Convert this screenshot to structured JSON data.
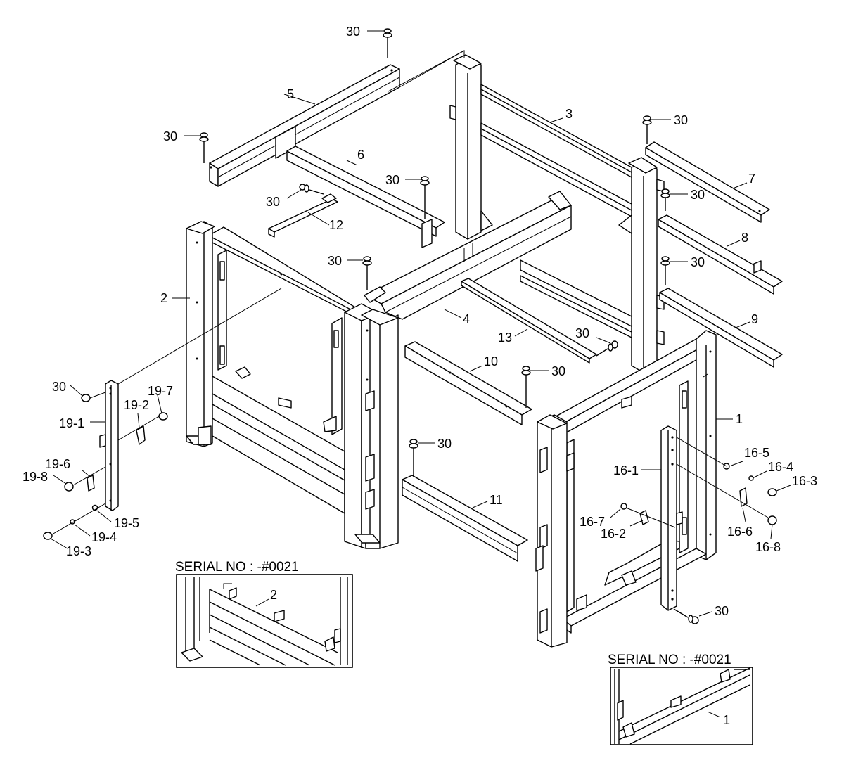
{
  "labels": {
    "p1": "1",
    "p2": "2",
    "p3": "3",
    "p4": "4",
    "p5": "5",
    "p6": "6",
    "p7": "7",
    "p8": "8",
    "p9": "9",
    "p10": "10",
    "p11": "11",
    "p12": "12",
    "p13": "13",
    "p16_1": "16-1",
    "p16_2": "16-2",
    "p16_3": "16-3",
    "p16_4": "16-4",
    "p16_5": "16-5",
    "p16_6": "16-6",
    "p16_7": "16-7",
    "p16_8": "16-8",
    "p19_1": "19-1",
    "p19_2": "19-2",
    "p19_3": "19-3",
    "p19_4": "19-4",
    "p19_5": "19-5",
    "p19_6": "19-6",
    "p19_7": "19-7",
    "p19_8": "19-8",
    "bolt": "30"
  },
  "insets": {
    "left_serial": "SERIAL NO : -#0021",
    "left_part": "2",
    "right_serial": "SERIAL NO : -#0021",
    "right_part": "1"
  }
}
